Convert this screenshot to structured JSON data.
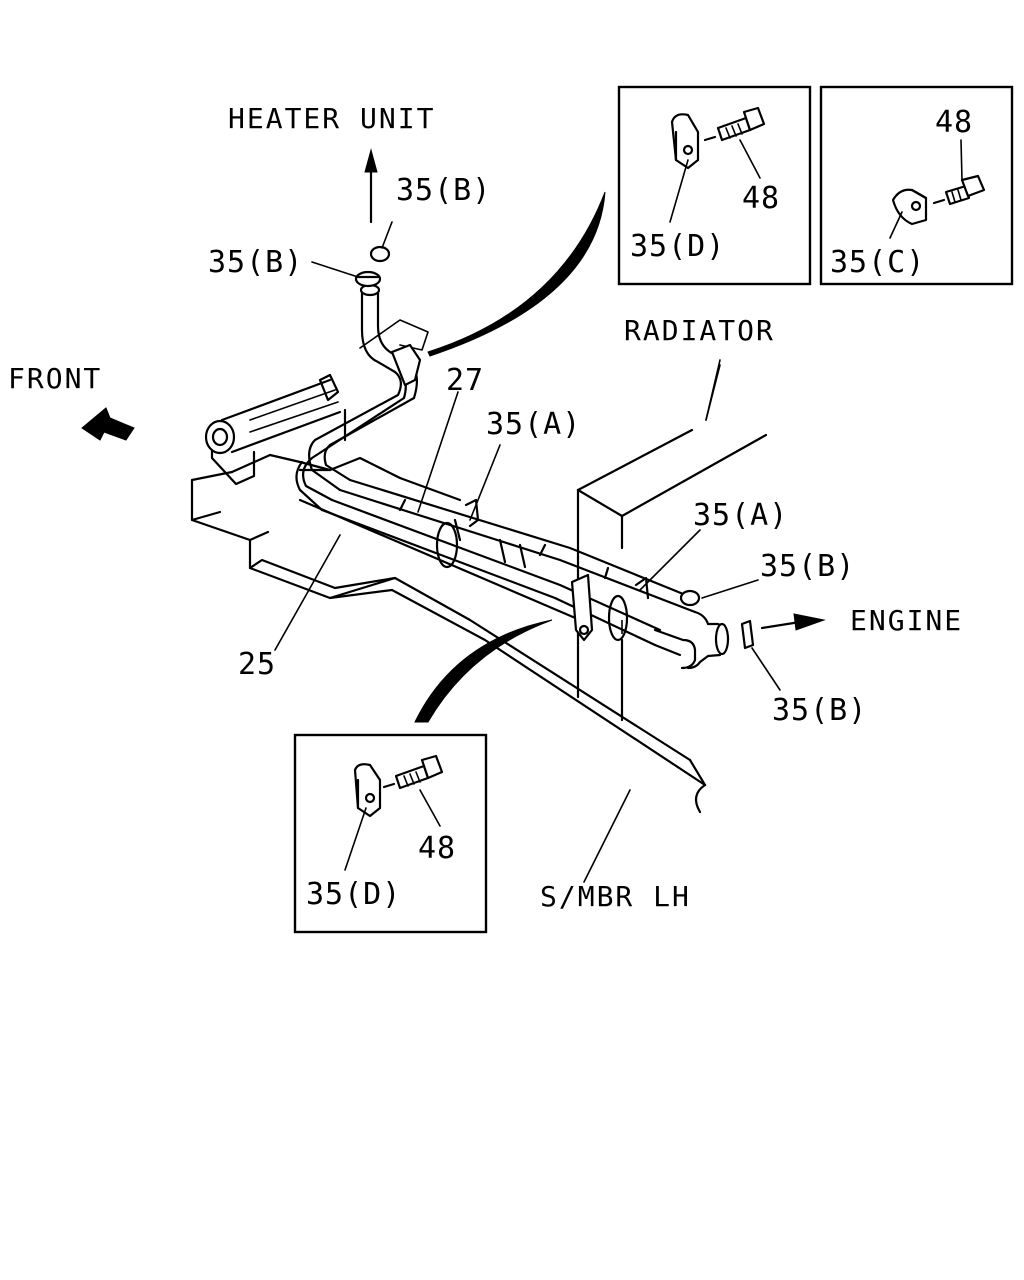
{
  "labels": {
    "heater_unit": "HEATER UNIT",
    "front": "FRONT",
    "radiator": "RADIATOR",
    "engine": "ENGINE",
    "s_mbr_lh": "S/MBR LH"
  },
  "callouts": {
    "c35b_top": "35(B)",
    "c35b_left": "35(B)",
    "c27": "27",
    "c35a_mid": "35(A)",
    "c35a_right": "35(A)",
    "c35b_engine_top": "35(B)",
    "c35b_engine_bottom": "35(B)",
    "c25": "25"
  },
  "insets": {
    "top_left": {
      "part": "35(D)",
      "bolt": "48"
    },
    "top_right": {
      "part": "35(C)",
      "bolt": "48"
    },
    "bottom": {
      "part": "35(D)",
      "bolt": "48"
    }
  }
}
